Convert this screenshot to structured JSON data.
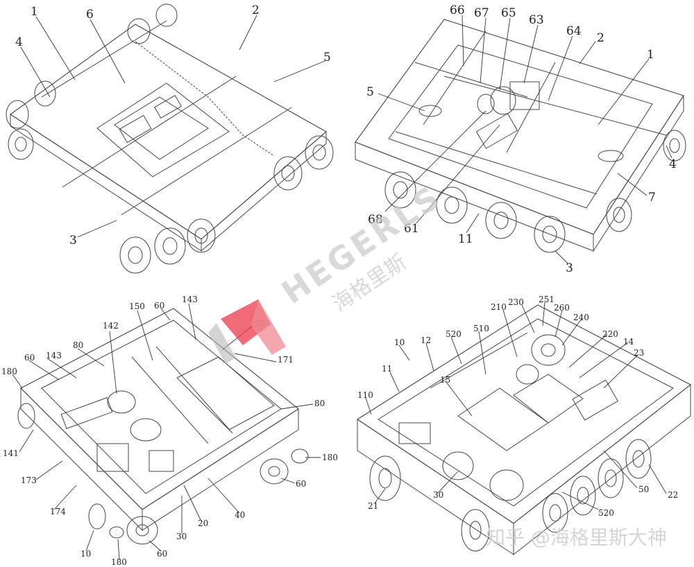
{
  "panels": {
    "top_left": {
      "labels": [
        "1",
        "6",
        "2",
        "4",
        "5",
        "3"
      ]
    },
    "top_right": {
      "labels": [
        "66",
        "67",
        "65",
        "63",
        "64",
        "2",
        "1",
        "5",
        "4",
        "7",
        "68",
        "61",
        "11",
        "3"
      ]
    },
    "bottom_left": {
      "labels": [
        "150",
        "60",
        "143",
        "142",
        "50",
        "80",
        "60",
        "143",
        "180",
        "171",
        "80",
        "141",
        "180",
        "173",
        "60",
        "174",
        "40",
        "30",
        "20",
        "10",
        "180",
        "60"
      ]
    },
    "bottom_right": {
      "labels": [
        "251",
        "230",
        "260",
        "210",
        "240",
        "220",
        "10",
        "12",
        "520",
        "510",
        "14",
        "11",
        "23",
        "110",
        "15",
        "21",
        "30",
        "50",
        "520",
        "22"
      ]
    }
  },
  "watermark": {
    "brand_latin": "HEGERLS",
    "brand_cn": "海格里斯",
    "colors": {
      "red": "#e8394a",
      "pink": "#f08a93",
      "gray": "#b8b8b8"
    }
  },
  "credit": "知乎 @海格里斯大神"
}
